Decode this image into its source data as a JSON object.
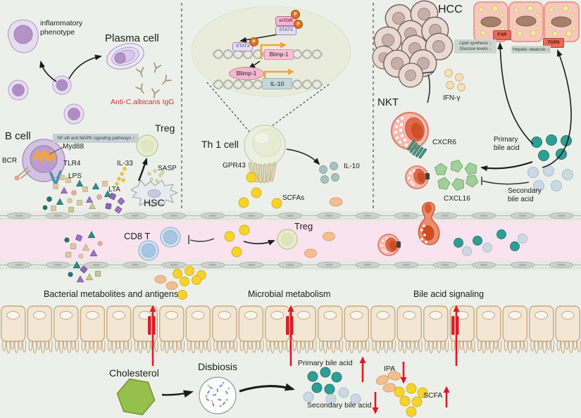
{
  "colors": {
    "background": "#edf0ea",
    "band_pink": "#f8e3ef",
    "red_arrow": "#e01825",
    "teal_bile_acid": "#2f8d86",
    "secondary_bile_acid_blue": "#ccd9e4",
    "scfa_yellow": "#f6d42c",
    "cxcl16_green": "#a2cf9c",
    "hepatocyte_pink": "#f7c9bc",
    "epithelium_tan": "#f3e7d3",
    "purple_cell": "#b592c6",
    "nkt_red": "#e06a48"
  },
  "left": {
    "inflammatory_phenotype": "inflammatory\nphenotype",
    "plasma_cell": "Plasma cell",
    "anti_albicans": "Anti-C.albicans IgG",
    "b_cell": "B cell",
    "signaling_box": "NF-κB and MAPK signaling pathways ↑",
    "myd88": "Myd88",
    "bcr": "BCR",
    "tlr4": "TLR4",
    "lps": "LPS",
    "treg": "Treg",
    "il33": "IL-33",
    "sasp": "SASP",
    "lta": "LTA",
    "hsc": "HSC"
  },
  "center": {
    "mtor": "mTOR",
    "stat3_upper": "STAT3",
    "stat3_dna": "STAT3",
    "phospho": "P",
    "blimp1_gene": "Blimp-1",
    "blimp1_protein": "Blimp-1",
    "il10_gene": "IL-10",
    "th1_cell": "Th 1 cell",
    "gpr43": "GPR43",
    "scfas": "SCFAs",
    "il10": "IL-10"
  },
  "right": {
    "hcc": "HCC",
    "ifn_gamma": "IFN-γ",
    "nkt": "NKT",
    "cxcr6": "CXCR6",
    "cxcl16": "CXCL16",
    "primary_bile_acid": "Primary\nbile acid",
    "secondary_bile_acid": "Secondary\nbile acid",
    "fxr": "FXR",
    "tgr5": "TGR5",
    "lipid_glucose": "Lipid synthesis ↓\nGlucose levels ↓",
    "hepatic_steatosis": "Hepatic steatosis ↓"
  },
  "band": {
    "cd8t": "CD8 T",
    "treg": "Treg"
  },
  "barrier": {
    "bacterial": "Bacterial metabolites and antigens",
    "microbial": "Microbial metabolism",
    "bile": "Bile acid signaling"
  },
  "bottom": {
    "cholesterol": "Cholesterol",
    "disbiosis": "Disbiosis",
    "primary_bile_acid": "Primary bile acid",
    "secondary_bile_acid": "Secondary bile acid",
    "ipa": "IPA",
    "scfa": "SCFA"
  }
}
